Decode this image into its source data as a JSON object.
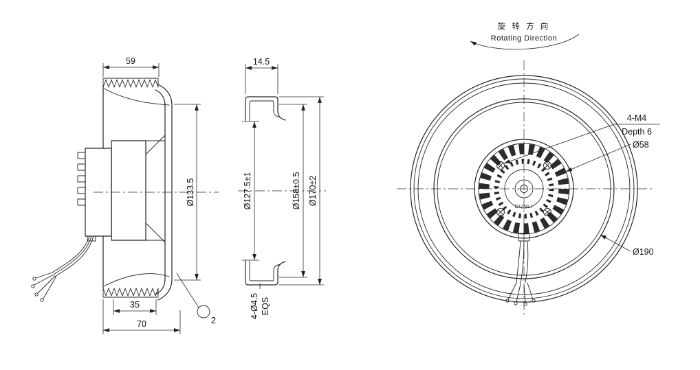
{
  "side_view": {
    "dim_width_top": "59",
    "dim_impeller_dia": "Ø133.5",
    "dim_hub_depth": "35",
    "dim_total_depth": "70",
    "dim_gap": "2"
  },
  "section_view": {
    "dim_depth": "14.5",
    "dim_throat_dia": "Ø127.5±1",
    "dim_step_dia": "Ø158±0.5",
    "dim_flange_dia": "Ø170±2",
    "dim_holes": "4-Ø4.5",
    "dim_holes_note": "EQS"
  },
  "front_view": {
    "rotation_label_cn": "旋 转 方 向",
    "rotation_label_en": "Rotating Direction",
    "callout_mount_holes": "4-M4",
    "callout_mount_depth": "Depth 6",
    "dim_shaft_dia": "Ø58",
    "dim_outer_dia": "Ø190",
    "brand": "DUNLI"
  }
}
